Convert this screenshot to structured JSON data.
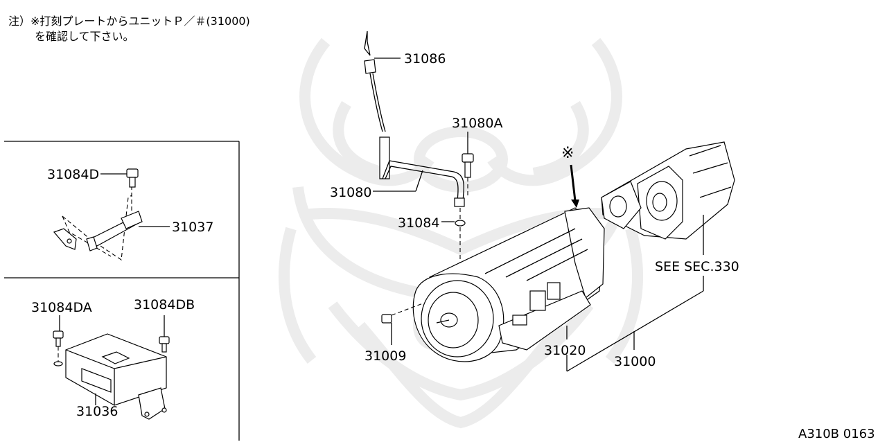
{
  "note": {
    "line1": "注）※打刻プレートからユニットＰ／＃(31000)",
    "line2": "を確認して下さい。"
  },
  "labels": {
    "p31086": "31086",
    "p31080A": "31080A",
    "p31080": "31080",
    "p31084": "31084",
    "p31009": "31009",
    "p31020": "31020",
    "p31000": "31000",
    "see_sec": "SEE SEC.330",
    "p31084D": "31084D",
    "p31037": "31037",
    "p31084DA": "31084DA",
    "p31084DB": "31084DB",
    "p31036": "31036"
  },
  "marker": "※",
  "diagram_code": "A310B 0163",
  "colors": {
    "line": "#000000",
    "watermark": "#ececec",
    "background": "#ffffff"
  },
  "watermark": {
    "icon": "samurai-helmet-watermark-icon"
  }
}
